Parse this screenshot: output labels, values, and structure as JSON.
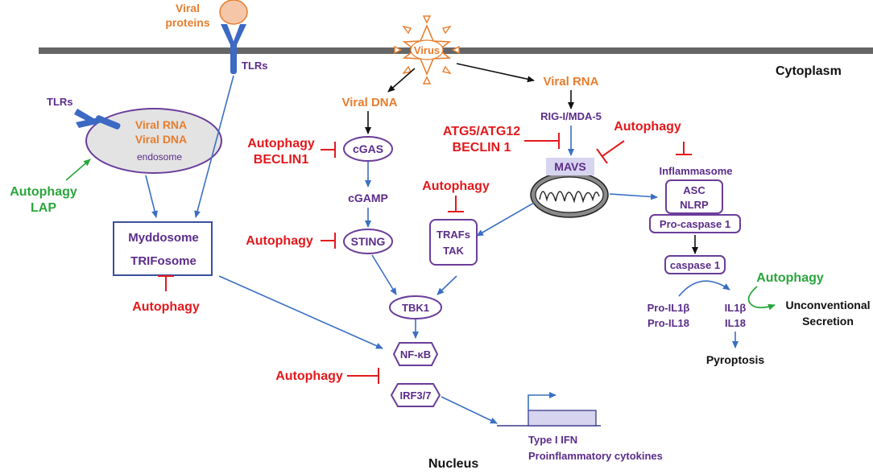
{
  "regions": {
    "cytoplasm": "Cytoplasm",
    "nucleus": "Nucleus"
  },
  "virus": "Virus",
  "viral_proteins": [
    "Viral",
    "proteins"
  ],
  "tlrs_membrane": "TLRs",
  "tlrs_endosome": "TLRs",
  "endosome": {
    "line1": "Viral RNA",
    "line2": "Viral DNA",
    "label": "endosome"
  },
  "autophagy_lap": [
    "Autophagy",
    "LAP"
  ],
  "myddosome": {
    "line1": "Myddosome",
    "line2": "TRIFosome"
  },
  "autophagy_myd": "Autophagy",
  "viral_dna": "Viral DNA",
  "viral_rna": "Viral RNA",
  "autophagy_cgas": [
    "Autophagy",
    "BECLIN1"
  ],
  "cgas": "cGAS",
  "cgamp": "cGAMP",
  "autophagy_sting": "Autophagy",
  "sting": "STING",
  "rig": "RIG-I/MDA-5",
  "atg": [
    "ATG5/ATG12",
    "BECLIN 1"
  ],
  "autophagy_mavs": "Autophagy",
  "mavs": "MAVS",
  "autophagy_traf": "Autophagy",
  "trafs": [
    "TRAFs",
    "TAK"
  ],
  "tbk1": "TBK1",
  "nfkb": "NF-κB",
  "irf": "IRF3/7",
  "autophagy_nfkb": "Autophagy",
  "inflammasome": "Inflammasome",
  "asc_nlrp": [
    "ASC",
    "NLRP"
  ],
  "procaspase": "Pro-caspase 1",
  "caspase": "caspase 1",
  "pro_il": [
    "Pro-IL1β",
    "Pro-IL18"
  ],
  "il": [
    "IL1β",
    "IL18"
  ],
  "autophagy_secretion": "Autophagy",
  "secretion": [
    "Unconventional",
    "Secretion"
  ],
  "pyroptosis": "Pyroptosis",
  "output": [
    "Type I IFN",
    "Proinflammatory cytokines"
  ],
  "colors": {
    "red": "#e3191c",
    "green": "#2aa63c",
    "orange": "#e87d2d",
    "purple": "#5b2c8a",
    "blue": "#3a6fc4",
    "lavender": "#d6d4ee"
  }
}
